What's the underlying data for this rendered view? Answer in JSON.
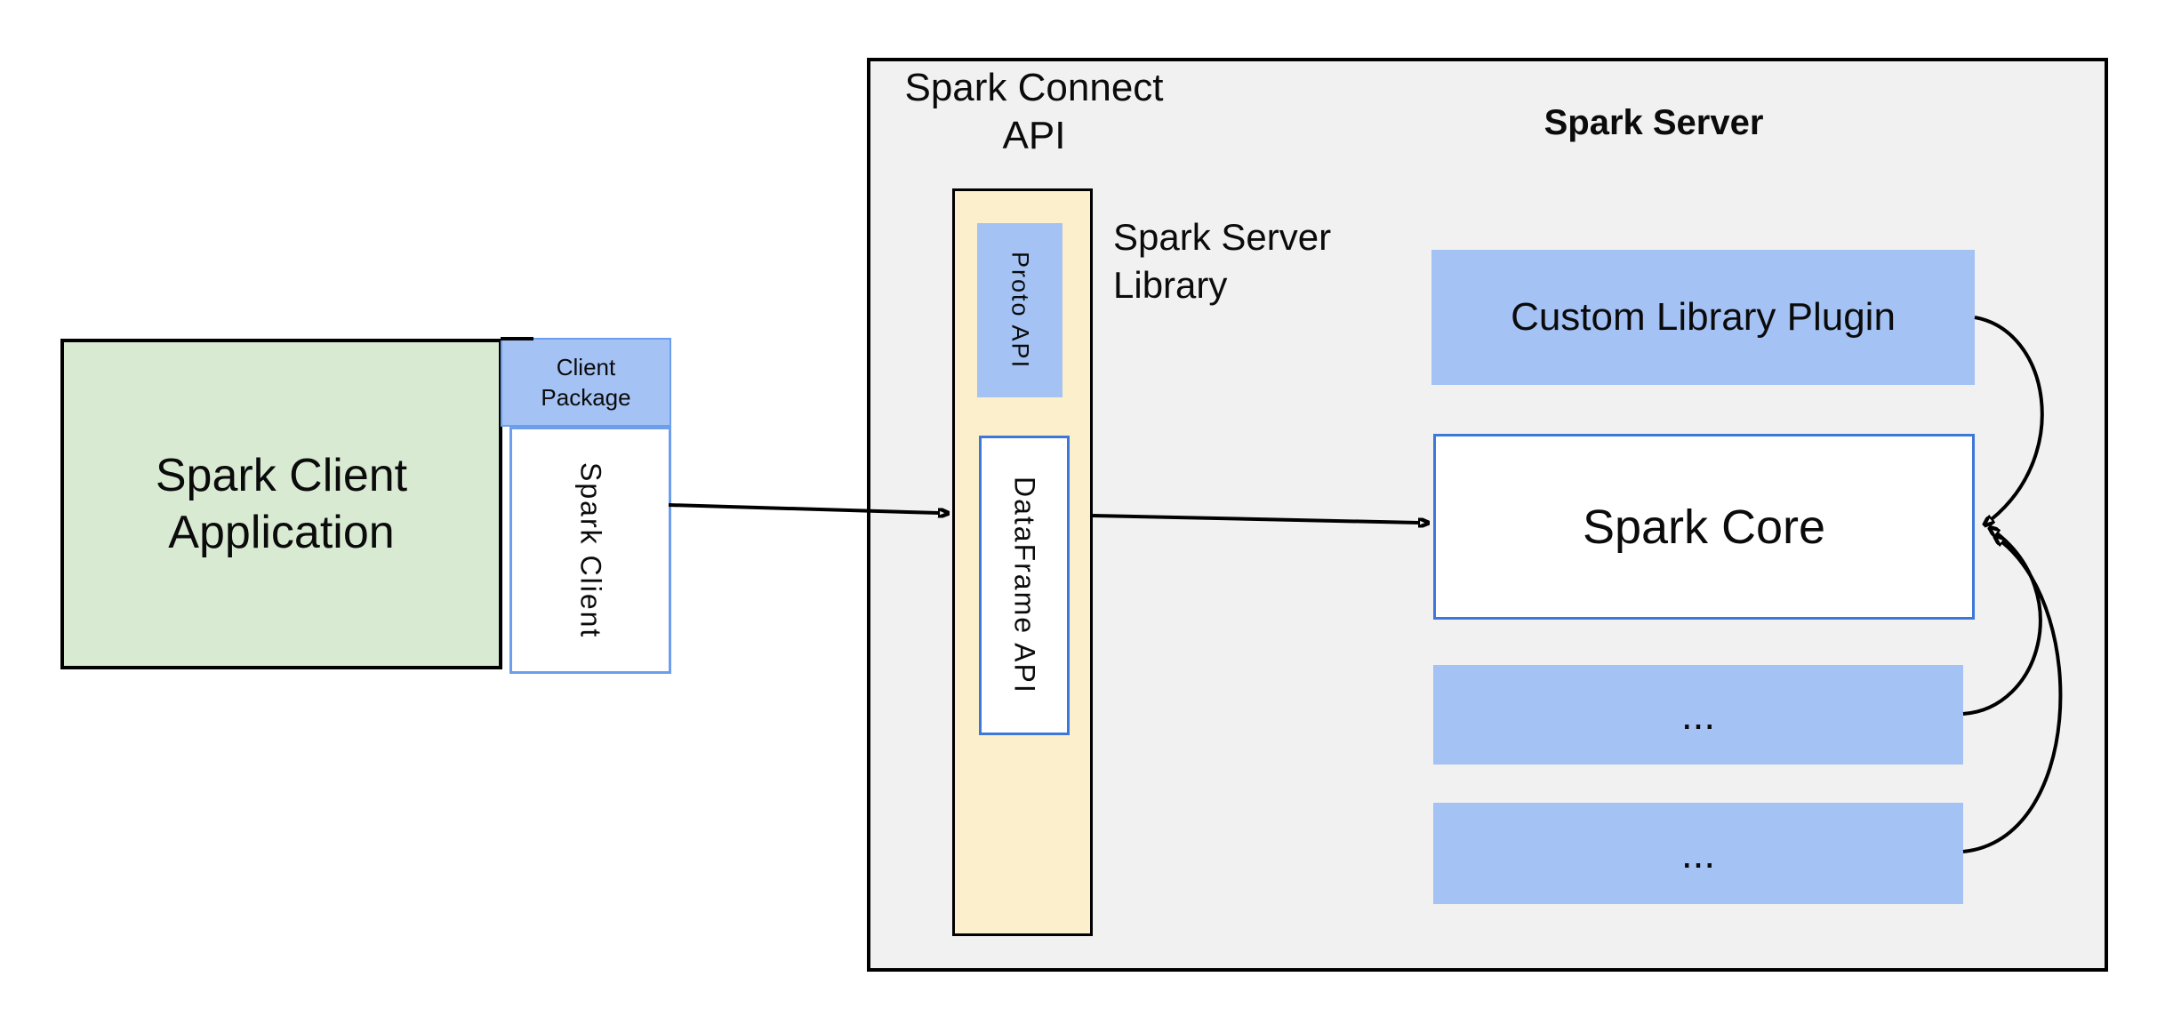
{
  "labels": {
    "client_app": {
      "line1": "Spark Client",
      "line2": "Application"
    },
    "client_package": {
      "line1": "Client",
      "line2": "Package"
    },
    "spark_client": "Spark Client",
    "connect_api": {
      "line1": "Spark Connect",
      "line2": "API"
    },
    "proto_api": "Proto API",
    "dataframe_api": "DataFrame API",
    "server_title": "Spark Server",
    "server_library": {
      "line1": "Spark Server",
      "line2": "Library"
    },
    "plugin": "Custom Library Plugin",
    "core": "Spark Core",
    "ellipsis_top": "...",
    "ellipsis_bottom": "..."
  },
  "colors": {
    "page-bg": "#ffffff",
    "ink": "#0b0b0b",
    "gray-fill": "#f1f1f1",
    "green-fill": "#d9ead3",
    "blue-fill": "#a4c2f4",
    "cream-fill": "#fcefcb",
    "core-border": "#3d78d8",
    "client-border": "#6d9eeb"
  }
}
